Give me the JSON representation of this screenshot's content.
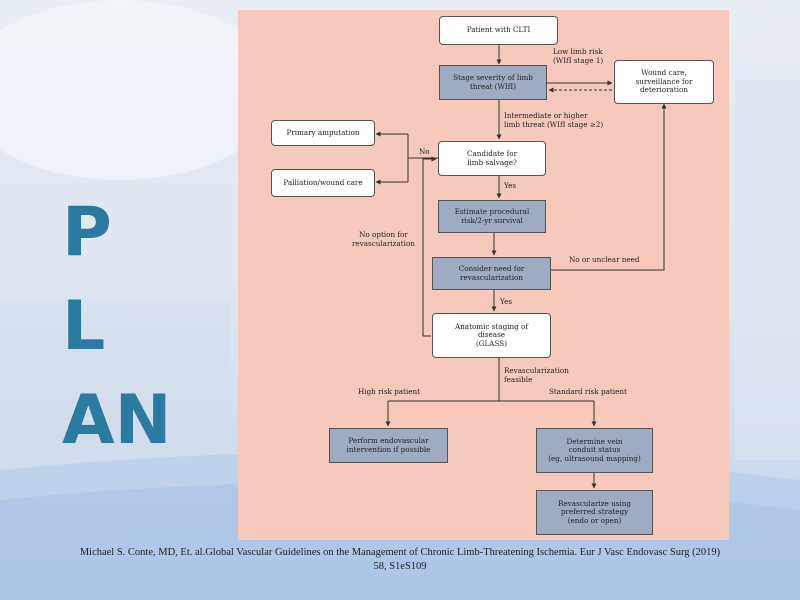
{
  "slide": {
    "title_lines": [
      "P",
      "L",
      "AN"
    ],
    "colors": {
      "title": "#2b7aa0",
      "panel": "#f5c9bc",
      "box_white": "#ffffff",
      "box_blue": "#9eabc0"
    }
  },
  "diagram": {
    "boxes": {
      "patient": "Patient with CLTI",
      "stage": "Stage severity of limb\nthreat (WIfI)",
      "wound": "Wound care,\nsurveillance for\ndeterioration",
      "primary_amp": "Primary amputation",
      "palliation": "Palliation/wound care",
      "candidate": "Candidate for\nlimb salvage?",
      "estimate": "Estimate procedural\nrisk/2-yr survival",
      "consider": "Consider need for\nrevascularization",
      "anatomic": "Anatomic staging of\ndisease\n(GLASS)",
      "endovascular": "Perform endovascular\nintervention if possible",
      "vein": "Determine vein\nconduit status\n(eg, ultrasound mapping)",
      "revascularize": "Revascularize using\npreferred strategy\n(endo or open)"
    },
    "labels": {
      "low_risk": "Low limb risk\n(WIfI stage 1)",
      "intermediate": "Intermediate or higher\nlimb threat (WIfI stage ≥2)",
      "no": "No",
      "yes1": "Yes",
      "no_option": "No option for\nrevascularization",
      "no_unclear": "No or unclear need",
      "yes2": "Yes",
      "feasible": "Revascularization\nfeasible",
      "high_risk": "High risk patient",
      "standard_risk": "Standard risk patient"
    }
  },
  "citation": {
    "line1": "Michael S. Conte, MD, Et. al.Global  Vascular Guidelines  on the Management of Chronic Limb-Threatening  Ischemia. Eur J Vasc Endovasc Surg (2019)",
    "line2": "58, S1eS109"
  }
}
